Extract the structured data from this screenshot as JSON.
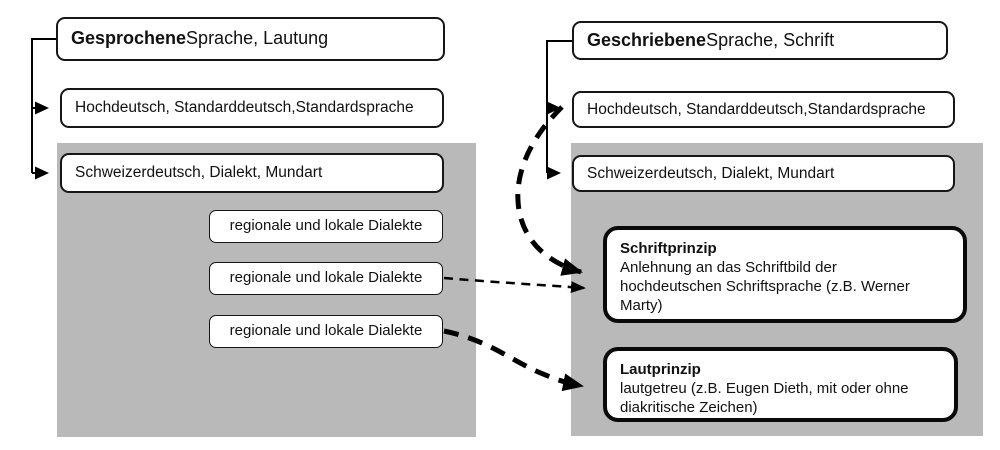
{
  "diagram": {
    "left": {
      "title_bold": "Gesprochene",
      "title_rest": " Sprache, Lautung",
      "standard": "Hochdeutsch, Standarddeutsch,Standardsprache",
      "dialect": "Schweizerdeutsch, Dialekt, Mundart",
      "sub_dialects": [
        "regionale und lokale Dialekte",
        "regionale und lokale Dialekte",
        "regionale und lokale Dialekte"
      ]
    },
    "right": {
      "title_bold": "Geschriebene",
      "title_rest": " Sprache, Schrift",
      "standard": "Hochdeutsch, Standarddeutsch,Standardsprache",
      "dialect": "Schweizerdeutsch, Dialekt, Mundart",
      "principles": [
        {
          "title": "Schriftprinzip",
          "body": "Anlehnung an das Schriftbild der hochdeutschen Schriftsprache (z.B. Werner Marty)"
        },
        {
          "title": "Lautprinzip",
          "body": "lautgetreu (z.B. Eugen Dieth, mit oder ohne diakritische Zeichen)"
        }
      ]
    },
    "colors": {
      "panel_gray": "#b9b9b9",
      "line_black": "#000000",
      "box_white": "#ffffff"
    }
  }
}
